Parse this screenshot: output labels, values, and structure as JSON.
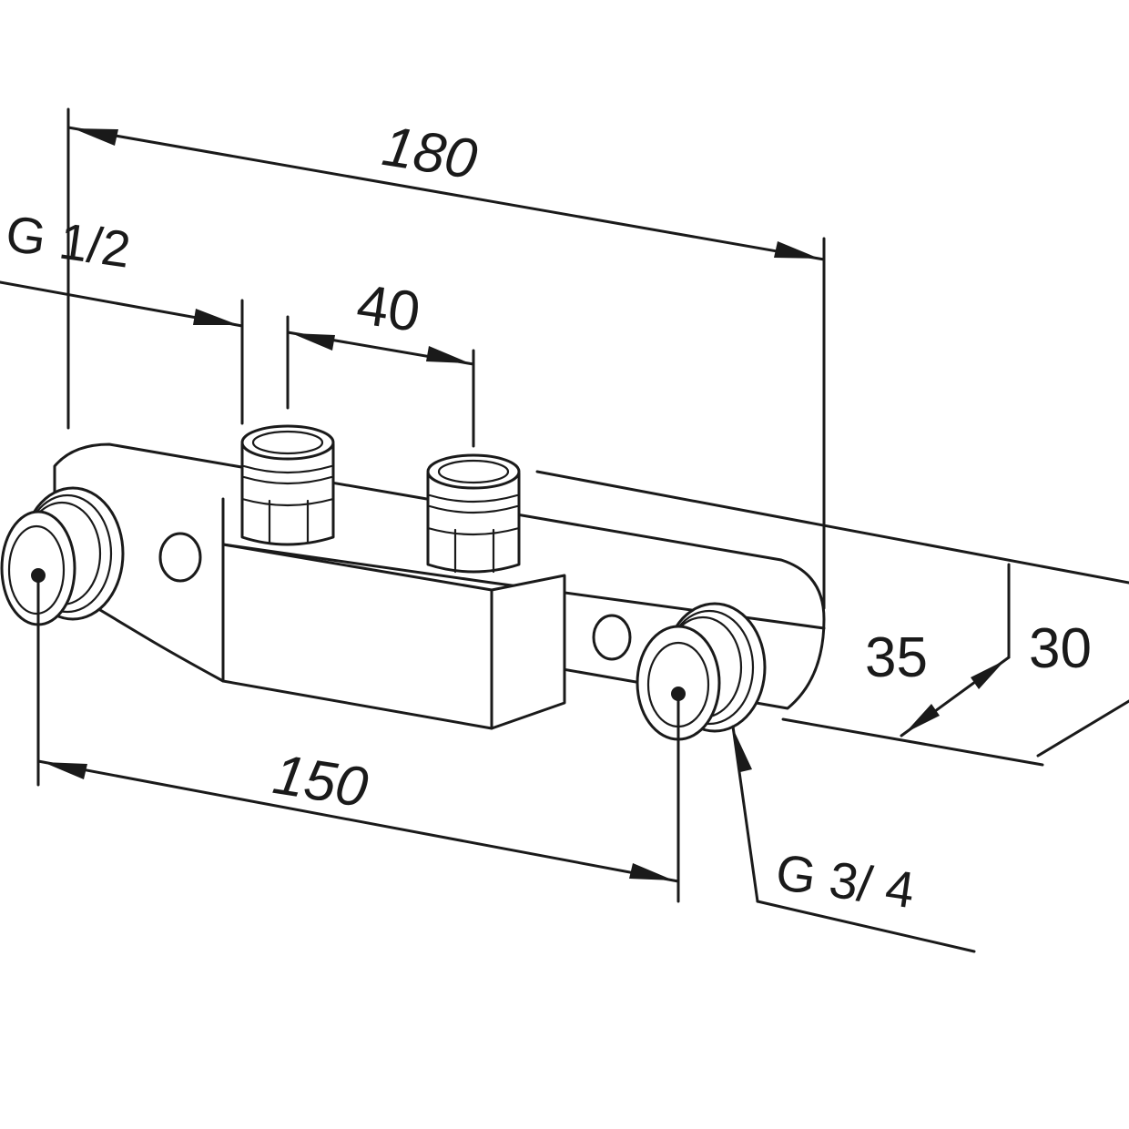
{
  "dimensions": {
    "overall_length": "180",
    "outlet_spacing": "40",
    "inlet_spacing": "150",
    "depth_a": "35",
    "depth_b": "30"
  },
  "threads": {
    "outlet_thread": "G 1/2",
    "inlet_thread": "G 3/ 4"
  }
}
